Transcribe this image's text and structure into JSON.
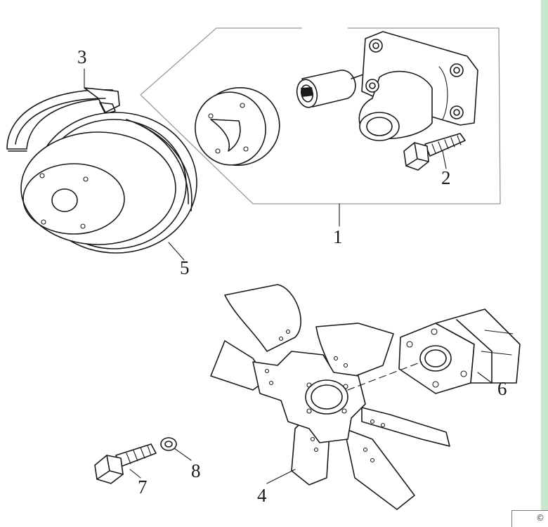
{
  "diagram": {
    "callouts": {
      "c1": "1",
      "c2": "2",
      "c3": "3",
      "c4": "4",
      "c5": "5",
      "c6": "6",
      "c7": "7",
      "c8": "8"
    },
    "corner_mark": "©"
  }
}
